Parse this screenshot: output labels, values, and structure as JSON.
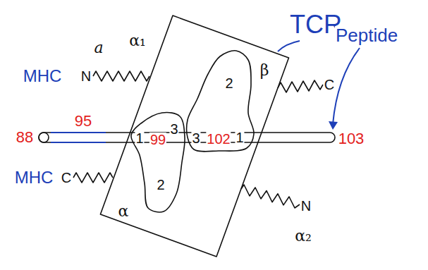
{
  "diagram": {
    "nodes": [
      {
        "text": [
          "β",
          "α"
        ]
      },
      {
        "text": [
          "2",
          "3",
          "102",
          "1"
        ],
        "in": 0
      },
      {
        "text": [
          "1",
          "99",
          "3",
          "2"
        ],
        "in": 0
      }
    ],
    "labels": [
      "TCR",
      "Peptide",
      "α₁",
      "a",
      "MHC",
      "N",
      "C",
      "95",
      "88",
      "103",
      "MHC",
      "C",
      "N",
      "α₂"
    ]
  }
}
